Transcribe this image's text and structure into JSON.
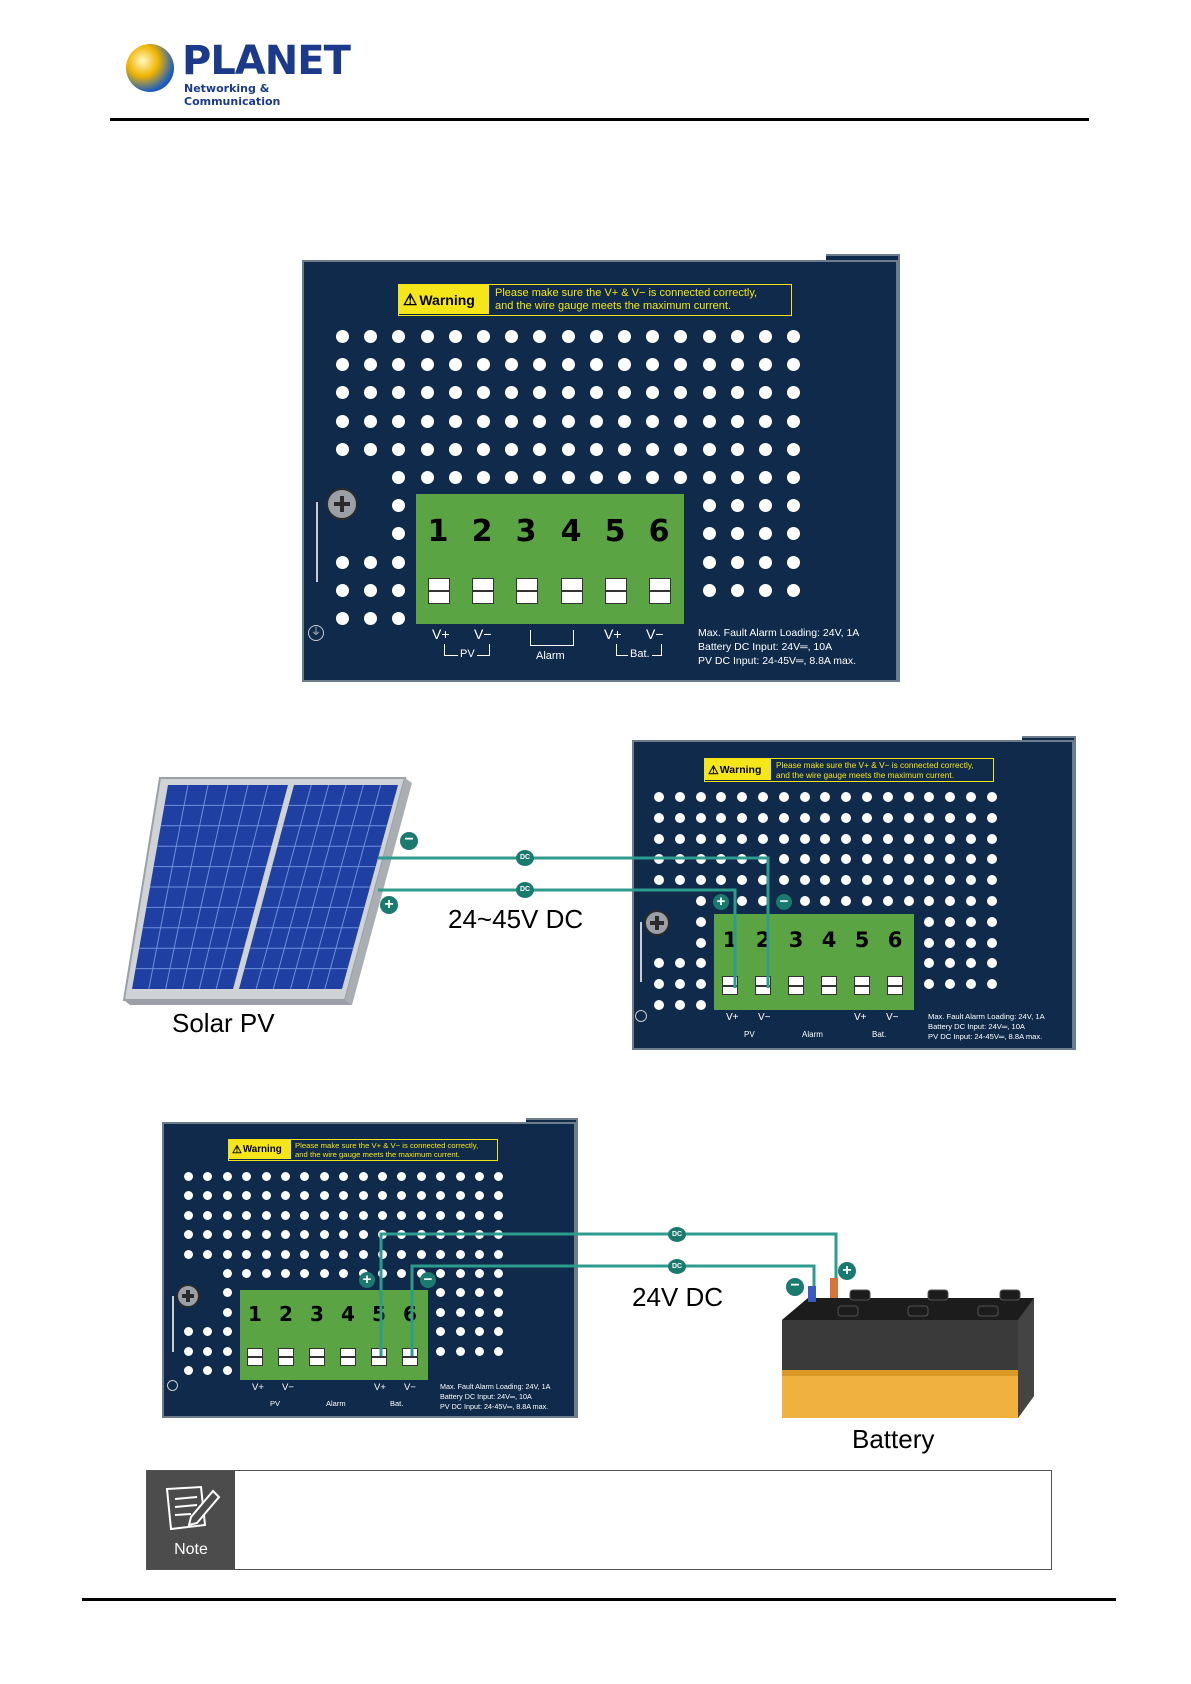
{
  "header": {
    "logo_name": "PLANET",
    "logo_tagline": "Networking & Communication"
  },
  "panel": {
    "warning_label": "Warning",
    "warning_line1": "Please make sure the V+ & V− is connected correctly,",
    "warning_line2": "and the wire gauge meets the maximum current.",
    "terminals": [
      "1",
      "2",
      "3",
      "4",
      "5",
      "6"
    ],
    "pin_labels": [
      "V+",
      "V−",
      "V+",
      "V−"
    ],
    "group_pv": "PV",
    "group_alarm": "Alarm",
    "group_bat": "Bat.",
    "spec_line1": "Max. Fault Alarm Loading: 24V, 1A",
    "spec_line2": "Battery DC Input: 24V═, 10A",
    "spec_line3": "PV DC Input: 24-45V═, 8.8A max."
  },
  "diagram_pv": {
    "source_label": "Solar PV",
    "voltage_label": "24~45V DC",
    "wire_tag": "DC"
  },
  "diagram_battery": {
    "source_label": "Battery",
    "voltage_label": "24V DC",
    "wire_tag": "DC"
  },
  "note": {
    "icon_label": "Note"
  },
  "colors": {
    "panel": "#0f2a4a",
    "terminal_green": "#5aa443",
    "warning_yellow": "#f5e61a",
    "wire_teal": "#2e9b8f",
    "logo_blue": "#1b3a8c"
  }
}
